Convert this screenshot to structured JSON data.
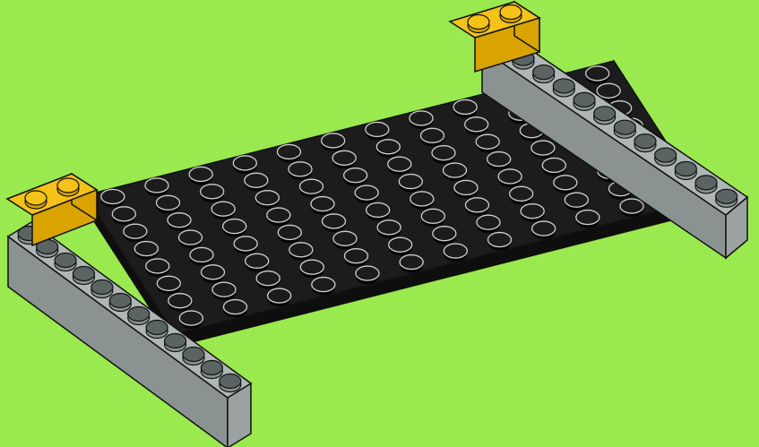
{
  "scene": {
    "subject": "lego-build-step",
    "colors": {
      "background": "#9ae94f",
      "plate_top": "#1c1c1c",
      "plate_side": "#0e0e0e",
      "stud_ring": "#cfcfcf",
      "brick_gray_top": "#aeb7b6",
      "brick_gray_side": "#8a9392",
      "brick_gray_end": "#9aa3a2",
      "stud_gray": "#5a6463",
      "brick_yellow_top": "#f4c219",
      "brick_yellow_side": "#d9a300",
      "outline": "#111111"
    },
    "parts": {
      "plate": {
        "color": "black",
        "studs_long": 12,
        "studs_wide": 8
      },
      "gray_bricks": {
        "count": 2,
        "studs_each": 12
      },
      "yellow_bricks": {
        "count": 2,
        "studs_each": 2
      }
    }
  }
}
